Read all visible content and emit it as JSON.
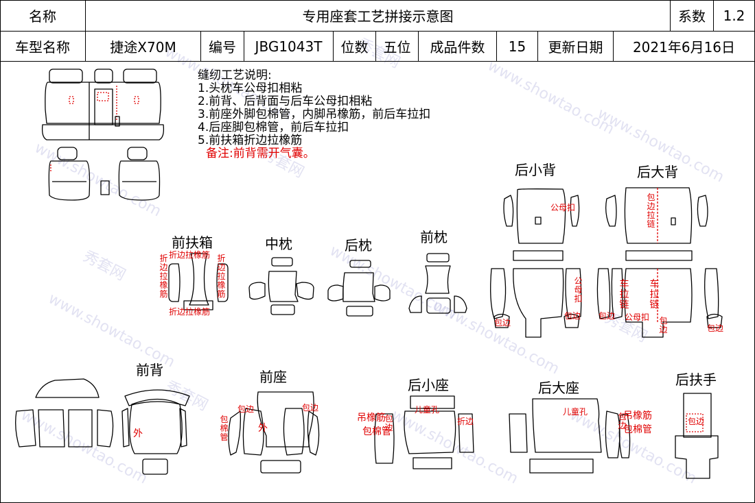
{
  "header": {
    "name_label": "名称",
    "title": "专用座套工艺拼接示意图",
    "coef_label": "系数",
    "coef_value": "1.2",
    "model_label": "车型名称",
    "model_value": "捷途X70M",
    "code_label": "编号",
    "code_value": "JBG1043T",
    "seats_label": "位数",
    "seats_value": "五位",
    "pieces_label": "成品件数",
    "pieces_value": "15",
    "date_label": "更新日期",
    "date_value": "2021年6月16日"
  },
  "notes": {
    "heading": "缝纫工艺说明:",
    "items": [
      "1.头枕车公母扣相粘",
      "2.前背、后背面与后车公母扣相粘",
      "3.前座外脚包棉管，内脚吊橡筋，前后车拉扣",
      "4.后座脚包棉管，前后车拉扣",
      "5.前扶箱折边拉橡筋"
    ],
    "remark": "备注:前背需开气囊。"
  },
  "groups": {
    "front_console": "前扶箱",
    "mid_headrest": "中枕",
    "rear_headrest": "后枕",
    "front_headrest": "前枕",
    "rear_small_back": "后小背",
    "rear_big_back": "后大背",
    "front_back": "前背",
    "front_seat": "前座",
    "rear_small_seat": "后小座",
    "rear_big_seat": "后大座",
    "rear_armrest": "后扶手"
  },
  "labels": {
    "fold_elastic": "折边拉橡筋",
    "snap": "公母扣",
    "wrap_edge": "包边",
    "wrap_tube": "包棉管",
    "zipper": "车拉链",
    "outer": "外",
    "hang_elastic": "吊橡筋",
    "child_hole": "儿童孔",
    "fold_edge": "折边",
    "wrap_edge_zipper": "包边拉链"
  },
  "watermark": {
    "brand": "秀套网",
    "site": "www.showtao.com"
  },
  "colors": {
    "annotation": "#e00000",
    "line": "#000000",
    "watermark": "#9696d2"
  }
}
